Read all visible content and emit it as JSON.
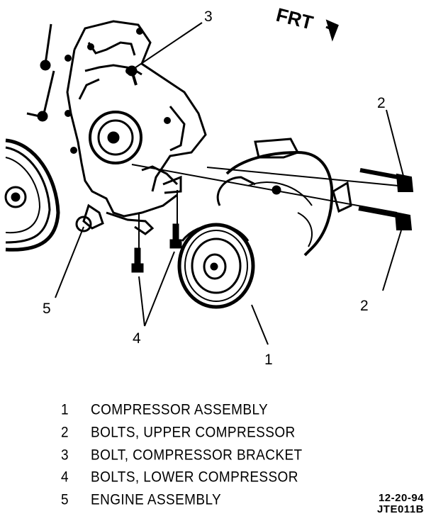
{
  "direction_label": "FRT",
  "callouts": [
    "1",
    "2",
    "2",
    "3",
    "4",
    "5"
  ],
  "legend": [
    {
      "number": "1",
      "text": "COMPRESSOR ASSEMBLY"
    },
    {
      "number": "2",
      "text": "BOLTS, UPPER COMPRESSOR"
    },
    {
      "number": "3",
      "text": "BOLT, COMPRESSOR BRACKET"
    },
    {
      "number": "4",
      "text": "BOLTS, LOWER COMPRESSOR"
    },
    {
      "number": "5",
      "text": "ENGINE ASSEMBLY"
    }
  ],
  "figure_date": "12-20-94",
  "figure_code": "JTE011B"
}
